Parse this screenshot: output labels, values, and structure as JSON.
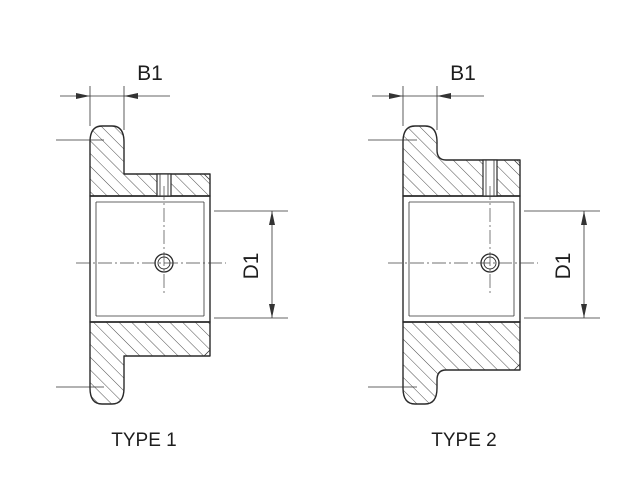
{
  "type1": {
    "caption": "TYPE 1",
    "dim_width": "B1",
    "dim_bore": "D1"
  },
  "type2": {
    "caption": "TYPE 2",
    "dim_width": "B1",
    "dim_bore": "D1"
  },
  "colors": {
    "line": "#2a2a2a",
    "background": "#ffffff"
  }
}
